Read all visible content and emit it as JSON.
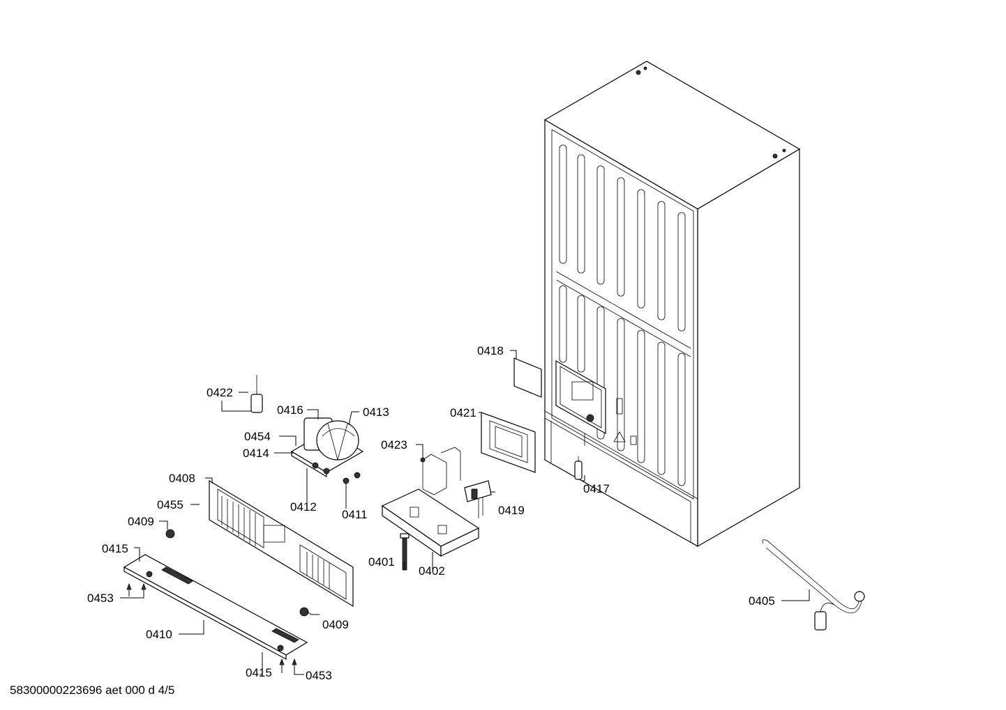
{
  "callouts": {
    "c0401": "0401",
    "c0402": "0402",
    "c0405": "0405",
    "c0408": "0408",
    "c0409a": "0409",
    "c0409b": "0409",
    "c0410": "0410",
    "c0411": "0411",
    "c0412": "0412",
    "c0413": "0413",
    "c0414": "0414",
    "c0415a": "0415",
    "c0415b": "0415",
    "c0416": "0416",
    "c0417": "0417",
    "c0418": "0418",
    "c0419": "0419",
    "c0421": "0421",
    "c0422": "0422",
    "c0423": "0423",
    "c0453a": "0453",
    "c0453b": "0453",
    "c0454": "0454",
    "c0455": "0455"
  },
  "footer": {
    "code": "58300000223696 aet 000 d 4/5"
  }
}
